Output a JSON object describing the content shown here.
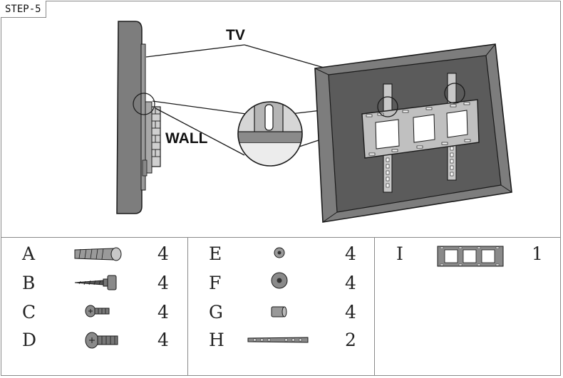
{
  "step": "STEP-5",
  "callouts": {
    "tv": "TV",
    "wall": "WALL"
  },
  "parts": [
    {
      "letter": "A",
      "qty": "4",
      "icon": "wall-anchor-icon"
    },
    {
      "letter": "B",
      "qty": "4",
      "icon": "lag-bolt-icon"
    },
    {
      "letter": "C",
      "qty": "4",
      "icon": "short-screw-icon"
    },
    {
      "letter": "D",
      "qty": "4",
      "icon": "long-screw-icon"
    },
    {
      "letter": "E",
      "qty": "4",
      "icon": "small-washer-icon"
    },
    {
      "letter": "F",
      "qty": "4",
      "icon": "large-washer-icon"
    },
    {
      "letter": "G",
      "qty": "4",
      "icon": "spacer-icon"
    },
    {
      "letter": "H",
      "qty": "2",
      "icon": "tv-arm-icon"
    },
    {
      "letter": "I",
      "qty": "1",
      "icon": "wall-plate-icon"
    }
  ],
  "colors": {
    "tv_bezel": "#7d7d7d",
    "tv_screen": "#5b5b5b",
    "outline": "#1a1a1a",
    "border": "#8a8a8a"
  }
}
